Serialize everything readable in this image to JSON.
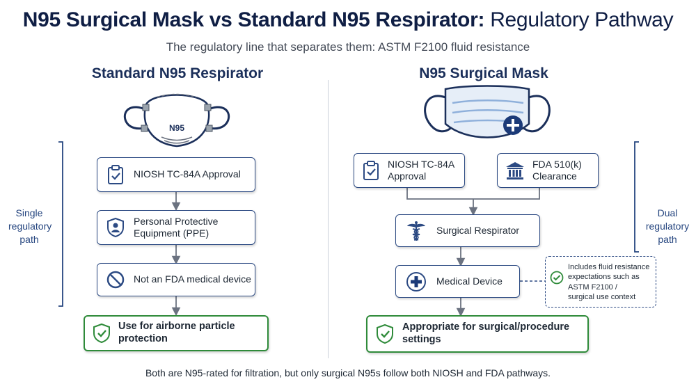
{
  "title": {
    "bold": "N95 Surgical Mask vs Standard N95 Respirator:",
    "light": "Regulatory Pathway"
  },
  "subtitle": "The regulatory line that separates them: ASTM F2100 fluid resistance",
  "left": {
    "heading": "Standard N95 Respirator",
    "mask_label": "N95",
    "side_label": [
      "Single",
      "regulatory",
      "path"
    ],
    "steps": [
      {
        "label": "NIOSH TC-84A Approval",
        "icon": "clipboard-check-icon"
      },
      {
        "label": [
          "Personal Protective",
          "Equipment (PPE)"
        ],
        "icon": "shield-person-icon"
      },
      {
        "label": "Not an FDA medical device",
        "icon": "prohibited-icon"
      }
    ],
    "outcome": {
      "label": "Use for airborne particle protection",
      "icon": "shield-check-icon"
    }
  },
  "right": {
    "heading": "N95 Surgical Mask",
    "side_label": [
      "Dual",
      "regulatory",
      "path"
    ],
    "approvals": [
      {
        "label": [
          "NIOSH TC-84A",
          "Approval"
        ],
        "icon": "clipboard-check-icon"
      },
      {
        "label": [
          "FDA 510(k)",
          "Clearance"
        ],
        "icon": "building-columns-icon"
      }
    ],
    "steps": [
      {
        "label": "Surgical Respirator",
        "icon": "caduceus-icon"
      },
      {
        "label": "Medical Device",
        "icon": "medical-cross-icon"
      }
    ],
    "note": {
      "lines": [
        "Includes fluid resistance",
        "expectations such as",
        "ASTM F2100 /",
        "surgical use context"
      ],
      "icon": "check-circle-icon"
    },
    "outcome": {
      "label": "Appropriate for surgical/procedure settings",
      "icon": "shield-check-icon"
    }
  },
  "footer": "Both are N95-rated for filtration, but only surgical N95s follow both NIOSH and FDA pathways.",
  "colors": {
    "navy": "#1b2f5a",
    "border": "#2c4a83",
    "green": "#2f8b3a",
    "mask_blue": "#b7cbe6"
  }
}
